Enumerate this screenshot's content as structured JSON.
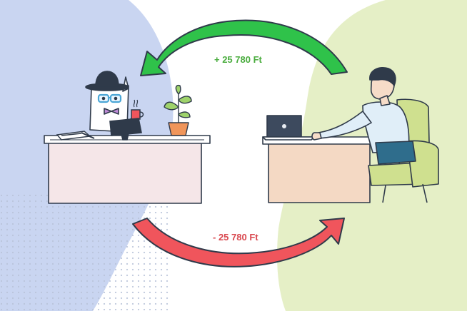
{
  "transfers": {
    "incoming": {
      "amount_label": "+ 25 780 Ft",
      "color": "#49ac3d"
    },
    "outgoing": {
      "amount_label": "- 25 780 Ft",
      "color": "#d9484f"
    }
  },
  "palette": {
    "left_blob": "#c9d5f1",
    "right_blob": "#e5efc6",
    "arrow_green": "#2fc24a",
    "arrow_red": "#f0555c",
    "desk_pink": "#f5e6e8",
    "desk_peach": "#f4d9c4",
    "armchair": "#cfe08f",
    "outline": "#2f3a4a"
  },
  "scene": {
    "left_character": "mascot-with-hat-and-glasses",
    "right_character": "man-in-armchair-with-laptop"
  }
}
